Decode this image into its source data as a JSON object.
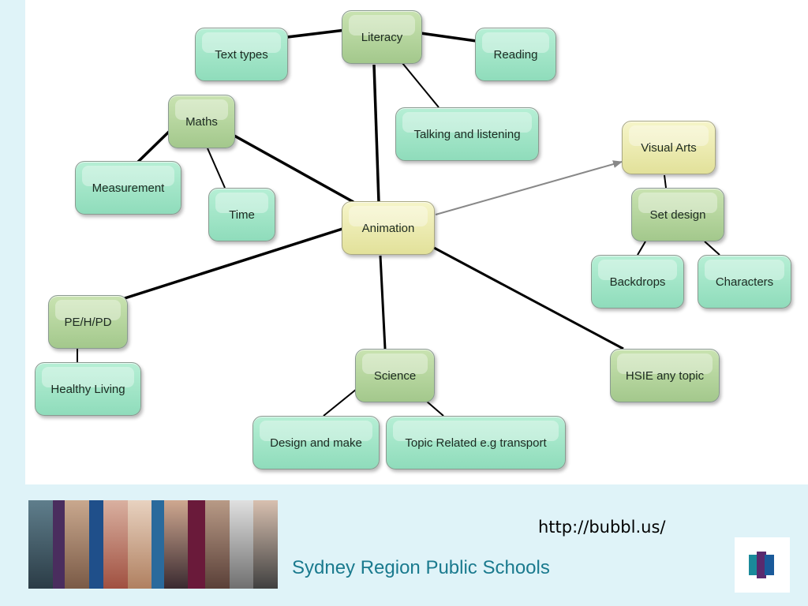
{
  "nodes": {
    "literacy": "Literacy",
    "text_types": "Text types",
    "reading": "Reading",
    "talking_listening": "Talking and listening",
    "maths": "Maths",
    "measurement": "Measurement",
    "time": "Time",
    "animation": "Animation",
    "visual_arts": "Visual Arts",
    "set_design": "Set design",
    "backdrops": "Backdrops",
    "characters": "Characters",
    "pe_h_pd": "PE/H/PD",
    "healthy_living": "Healthy Living",
    "science": "Science",
    "design_make": "Design and make",
    "topic_related": "Topic Related e.g transport",
    "hsie": "HSIE any topic"
  },
  "footer": {
    "url": "http://bubbl.us/",
    "organization": "Sydney Region Public Schools"
  },
  "colors": {
    "node_teal": "#a4e6c8",
    "node_olive": "#b6d69e",
    "node_yellow": "#ececb4",
    "edge": "#000000",
    "arrow": "#888888",
    "org_text": "#1a7a8e",
    "background": "#dff3f8"
  }
}
